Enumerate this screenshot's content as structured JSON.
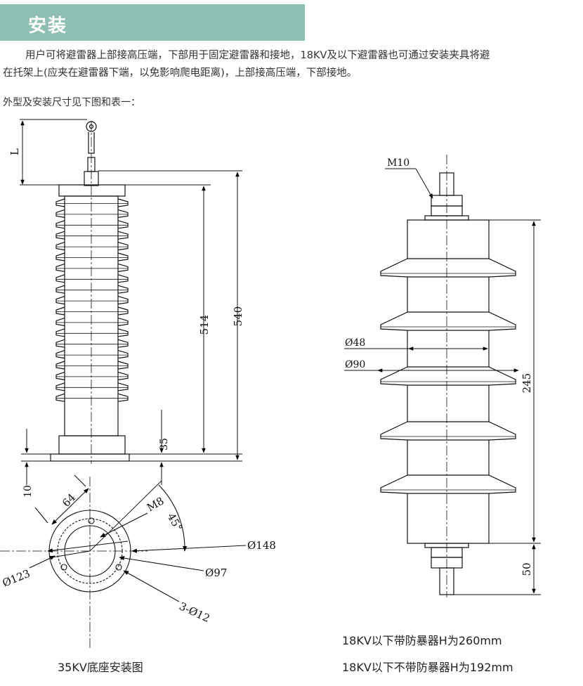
{
  "section": {
    "title": "安装"
  },
  "text": {
    "para1": "用户可将避雷器上部接高压端，下部用于固定避雷器和接地，18KV及以下避雷器也可通过安装夹具将避",
    "para2": "在托架上(应夹在避雷器下端，以免影响爬电距离)，上部接高压端，下部接地。",
    "para3": "外型及安装尺寸见下图和表一："
  },
  "left_drawing": {
    "dim_L": "L",
    "dim_514": "514",
    "dim_540": "540",
    "dim_35": "35",
    "dim_10": "10"
  },
  "base_drawing": {
    "dim_64": "64",
    "dim_M8": "M8",
    "dim_45deg": "45°",
    "dim_d148": "Ø148",
    "dim_d123": "Ø123",
    "dim_d97": "Ø97",
    "dim_holes": "3-Ø12",
    "caption": "35KV底座安装图"
  },
  "right_drawing": {
    "dim_M10": "M10",
    "dim_d48": "Ø48",
    "dim_d90": "Ø90",
    "dim_245": "245",
    "dim_50": "50"
  },
  "notes": {
    "note1": "18KV以下带防暴器H为260mm",
    "note2": "18KV以下不带防暴器H为192mm"
  }
}
